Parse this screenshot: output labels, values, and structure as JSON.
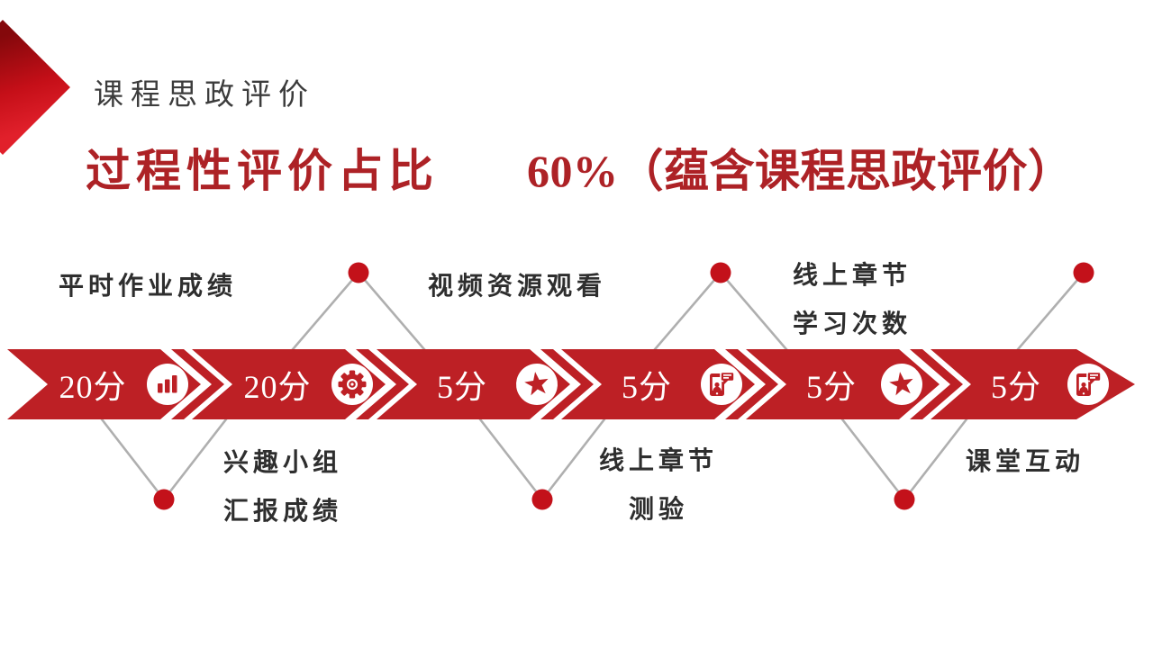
{
  "slide": {
    "title": "课程思政评价",
    "headline_part1": "过程性评价占比",
    "headline_part2": "60%（蕴含课程思政评价）"
  },
  "timeline": {
    "segments": [
      {
        "score": "20分",
        "icon": "bar-chart-icon"
      },
      {
        "score": "20分",
        "icon": "gear-icon"
      },
      {
        "score": "5分",
        "icon": "star-icon"
      },
      {
        "score": "5分",
        "icon": "mobile-chat-icon"
      },
      {
        "score": "5分",
        "icon": "star-icon"
      },
      {
        "score": "5分",
        "icon": "mobile-chat-icon"
      }
    ]
  },
  "callouts": {
    "top": [
      {
        "line1": "平时作业成绩"
      },
      {
        "line1": "视频资源观看"
      },
      {
        "line1": "线上章节",
        "line2": "学习次数"
      }
    ],
    "bottom": [
      {
        "line1": "兴趣小组",
        "line2": "汇报成绩"
      },
      {
        "line1": "线上章节",
        "line2": "测验"
      },
      {
        "line1": "课堂互动"
      }
    ]
  },
  "colors": {
    "band_red": "#BD2025",
    "dot_red": "#C3111A",
    "headline_red": "#AD2226",
    "title_gray": "#3C3C3C",
    "label_dark": "#2E2E2E",
    "connector_gray": "#AFAFAF"
  }
}
